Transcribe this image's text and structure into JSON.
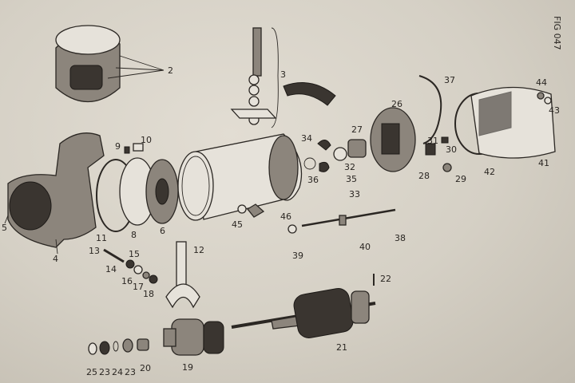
{
  "figure": {
    "title": "FIG 047"
  },
  "labels": {
    "l2": "2",
    "l3": "3",
    "l4": "4",
    "l5": "5",
    "l6": "6",
    "l8": "8",
    "l9": "9",
    "l10": "10",
    "l11": "11",
    "l12": "12",
    "l13": "13",
    "l14": "14",
    "l15": "15",
    "l16": "16",
    "l17": "17",
    "l18": "18",
    "l19": "19",
    "l20": "20",
    "l21": "21",
    "l22": "22",
    "l23a": "23",
    "l24": "24",
    "l23b": "23",
    "l25": "25",
    "l26": "26",
    "l27": "27",
    "l28": "28",
    "l29": "29",
    "l30": "30",
    "l31": "31",
    "l32": "32",
    "l33": "33",
    "l34": "34",
    "l35": "35",
    "l36": "36",
    "l37": "37",
    "l38": "38",
    "l39": "39",
    "l40": "40",
    "l41": "41",
    "l42": "42",
    "l43": "43",
    "l44": "44",
    "l45": "45",
    "l46": "46"
  }
}
